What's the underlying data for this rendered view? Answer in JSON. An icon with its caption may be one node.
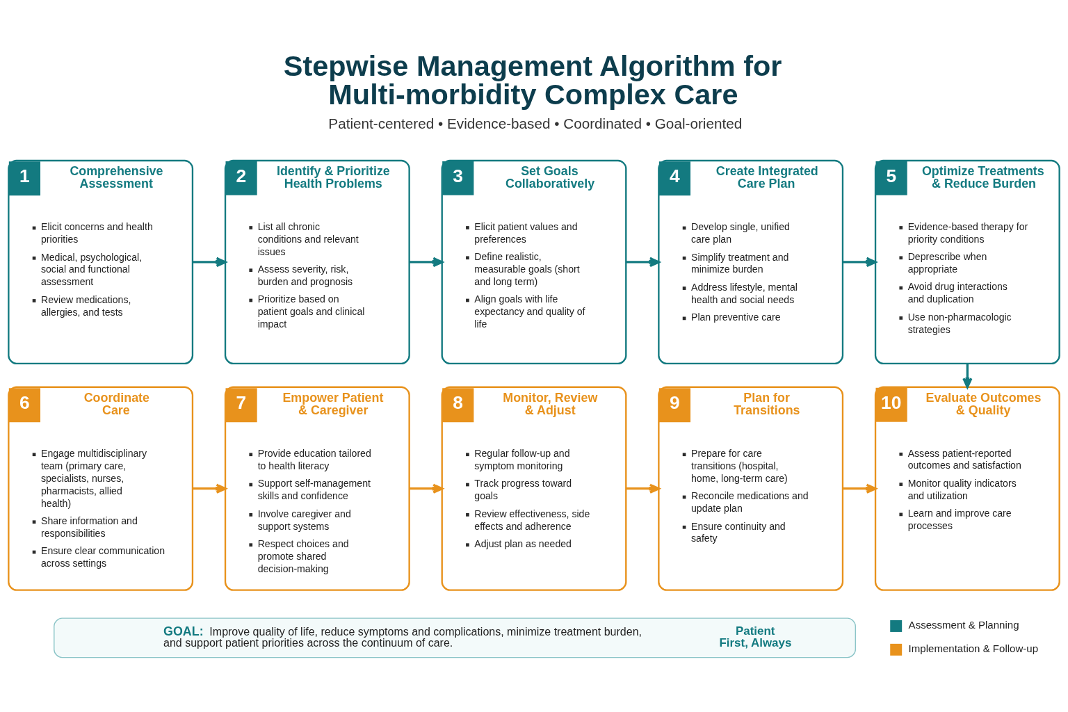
{
  "diagram": {
    "title": "Stepwise Management Algorithm for Multi-morbidity Complex Care",
    "nodes": [
      {
        "text": [
          "1",
          "Comprehensive Assessment",
          "Elicit concerns and health priorities",
          "Medical, psychological, social and functional assessment",
          "Review medications, allergies, and tests"
        ]
      },
      {
        "text": [
          "2",
          "Identify & Prioritize Health Problems",
          "List all chronic conditions and relevant issues",
          "Assess severity, risk, burden and prognosis",
          "Prioritize based on patient goals and clinical impact"
        ]
      },
      {
        "text": [
          "3",
          "Set Goals Collaboratively",
          "Elicit patient values and preferences",
          "Define realistic, measurable goals (short and long term)",
          "Align goals with life expectancy and quality of life"
        ]
      },
      {
        "text": [
          "4",
          "Create Integrated Care Plan",
          "Develop single, unified care plan",
          "Simplify treatment and minimize burden",
          "Address lifestyle, mental health and social needs",
          "Plan preventive care"
        ]
      },
      {
        "text": [
          "5",
          "Optimize Treatments & Reduce Burden",
          "Evidence-based therapy for priority conditions",
          "Deprescribe when appropriate",
          "Avoid drug interactions and duplication",
          "Use non-pharmacologic strategies"
        ]
      },
      {
        "text": [
          "6",
          "Coordinate Care",
          "Engage multidisciplinary team (primary care, specialists, nurses, pharmacists, allied health)",
          "Share information and responsibilities",
          "Ensure clear communication across settings"
        ]
      },
      {
        "text": [
          "7",
          "Empower Patient & Caregiver",
          "Provide education tailored to health literacy",
          "Support self-management skills and confidence",
          "Involve caregiver and support systems",
          "Respect choices and promote shared decision-making"
        ]
      },
      {
        "text": [
          "8",
          "Monitor, Review & Adjust",
          "Regular follow-up and symptom monitoring",
          "Track progress toward goals",
          "Review effectiveness, side effects and adherence",
          "Adjust plan as needed"
        ]
      },
      {
        "text": [
          "9",
          "Plan for Transitions",
          "Prepare for care transitions (hospital, home, long-term care)",
          "Reconcile medications and update plan",
          "Ensure continuity and safety"
        ]
      },
      {
        "text": [
          "10",
          "Evaluate Outcomes & Quality",
          "Assess patient-reported outcomes and satisfaction",
          "Monitor quality indicators and utilization",
          "Learn and improve care processes"
        ]
      },
      {
        "text": [
          "GOAL:",
          "Improve quality of life, reduce symptoms and complications, minimize treatment burden, and support patient priorities across the continuum of care.",
          "Patient First, Always"
        ]
      }
    ],
    "edges": [
      {
        "from": 0,
        "to": 1,
        "arrow": "to"
      },
      {
        "from": 1,
        "to": 2,
        "arrow": "to"
      },
      {
        "from": 2,
        "to": 3,
        "arrow": "to"
      },
      {
        "from": 3,
        "to": 4,
        "arrow": "to"
      },
      {
        "from": 4,
        "to": 9,
        "arrow": "to"
      },
      {
        "from": 5,
        "to": 6,
        "arrow": "to",
        "color": "#e8921c"
      },
      {
        "from": 6,
        "to": 7,
        "arrow": "to",
        "color": "#e8921c"
      },
      {
        "from": 7,
        "to": 8,
        "arrow": "to",
        "color": "#e8921c"
      },
      {
        "from": 8,
        "to": 9,
        "arrow": "to",
        "color": "#e8921c"
      }
    ],
    "labels": [
      "Patient-centered • Evidence-based • Coordinated • Goal-oriented"
    ],
    "legend": [
      {
        "text": "Assessment & Planning",
        "color": "#137a80"
      },
      {
        "text": "Implementation & Follow-up",
        "color": "#e8921c"
      }
    ]
  }
}
